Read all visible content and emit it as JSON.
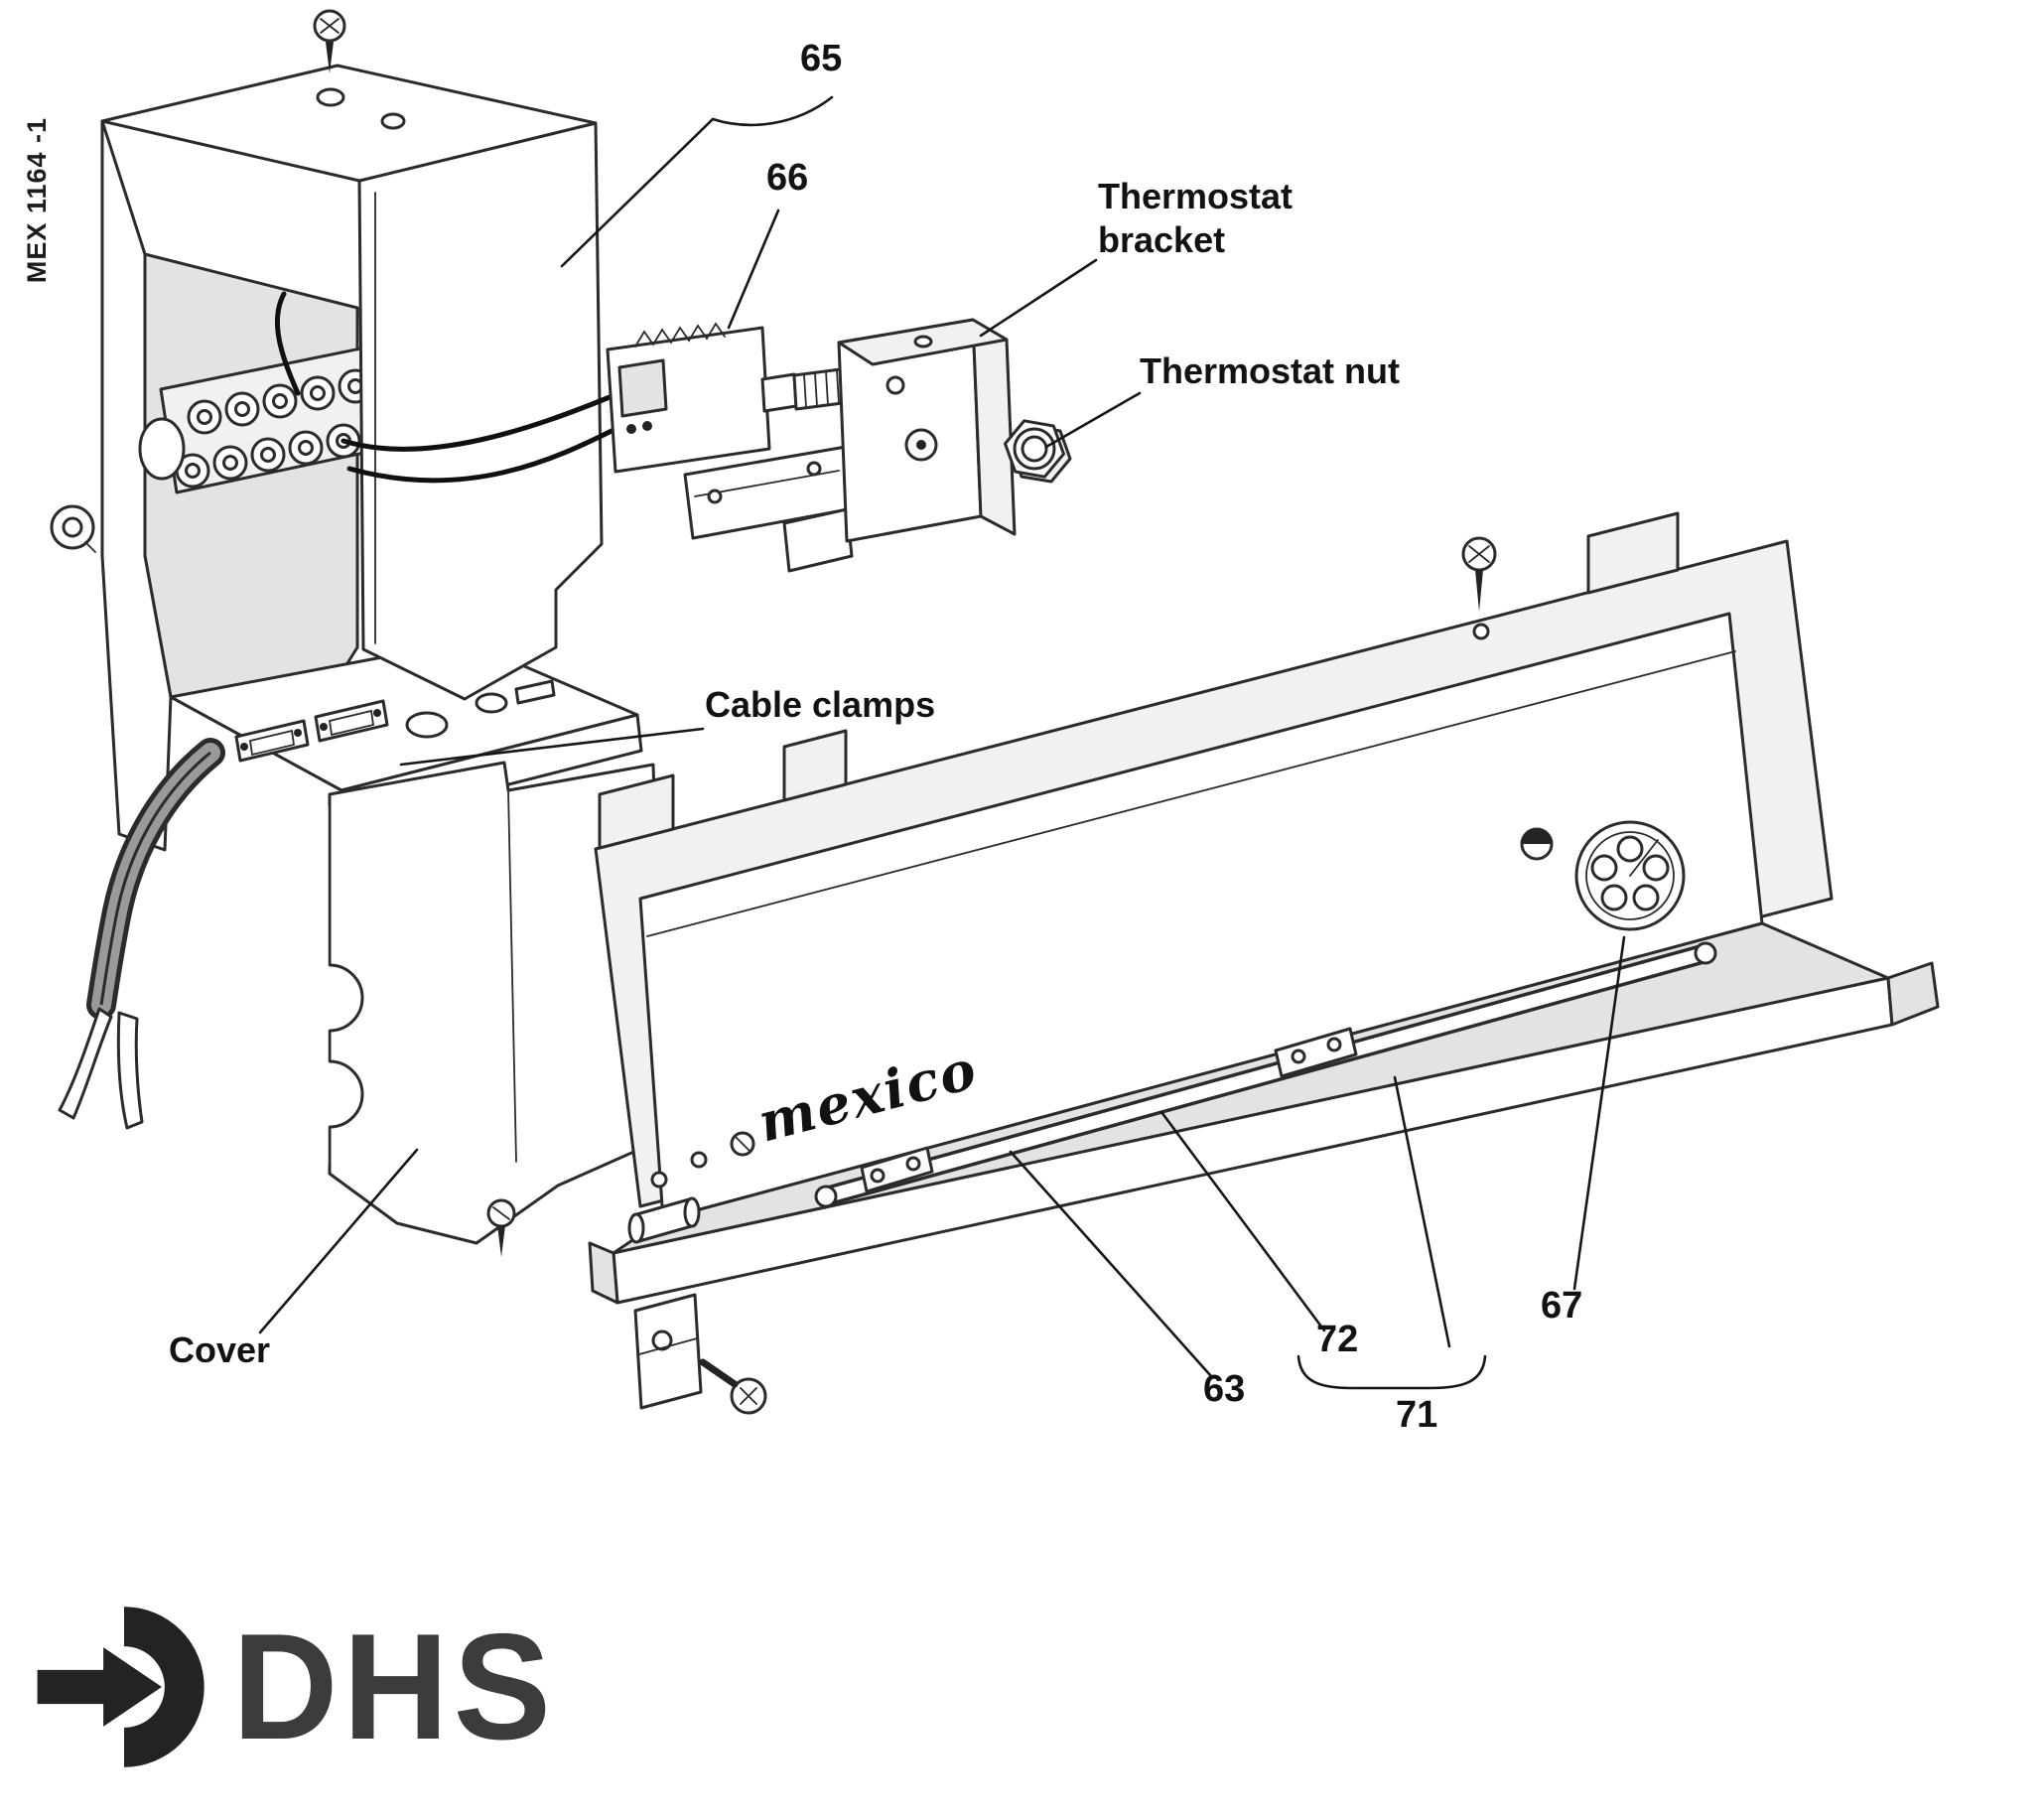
{
  "document": {
    "code": "MEX 1164 -1"
  },
  "callouts": {
    "part_65": "65",
    "part_66": "66",
    "thermostat_bracket": "Thermostat\nbracket",
    "thermostat_nut": "Thermostat nut",
    "cable_clamps": "Cable clamps",
    "cover": "Cover",
    "part_63": "63",
    "part_72": "72",
    "part_71": "71",
    "part_67": "67"
  },
  "product": {
    "brand_on_panel": "mexico"
  },
  "footer": {
    "logo_text": "DHS"
  },
  "colors": {
    "line": "#2b2b2b",
    "text": "#121212",
    "logo_gray": "#3c3c3c"
  }
}
